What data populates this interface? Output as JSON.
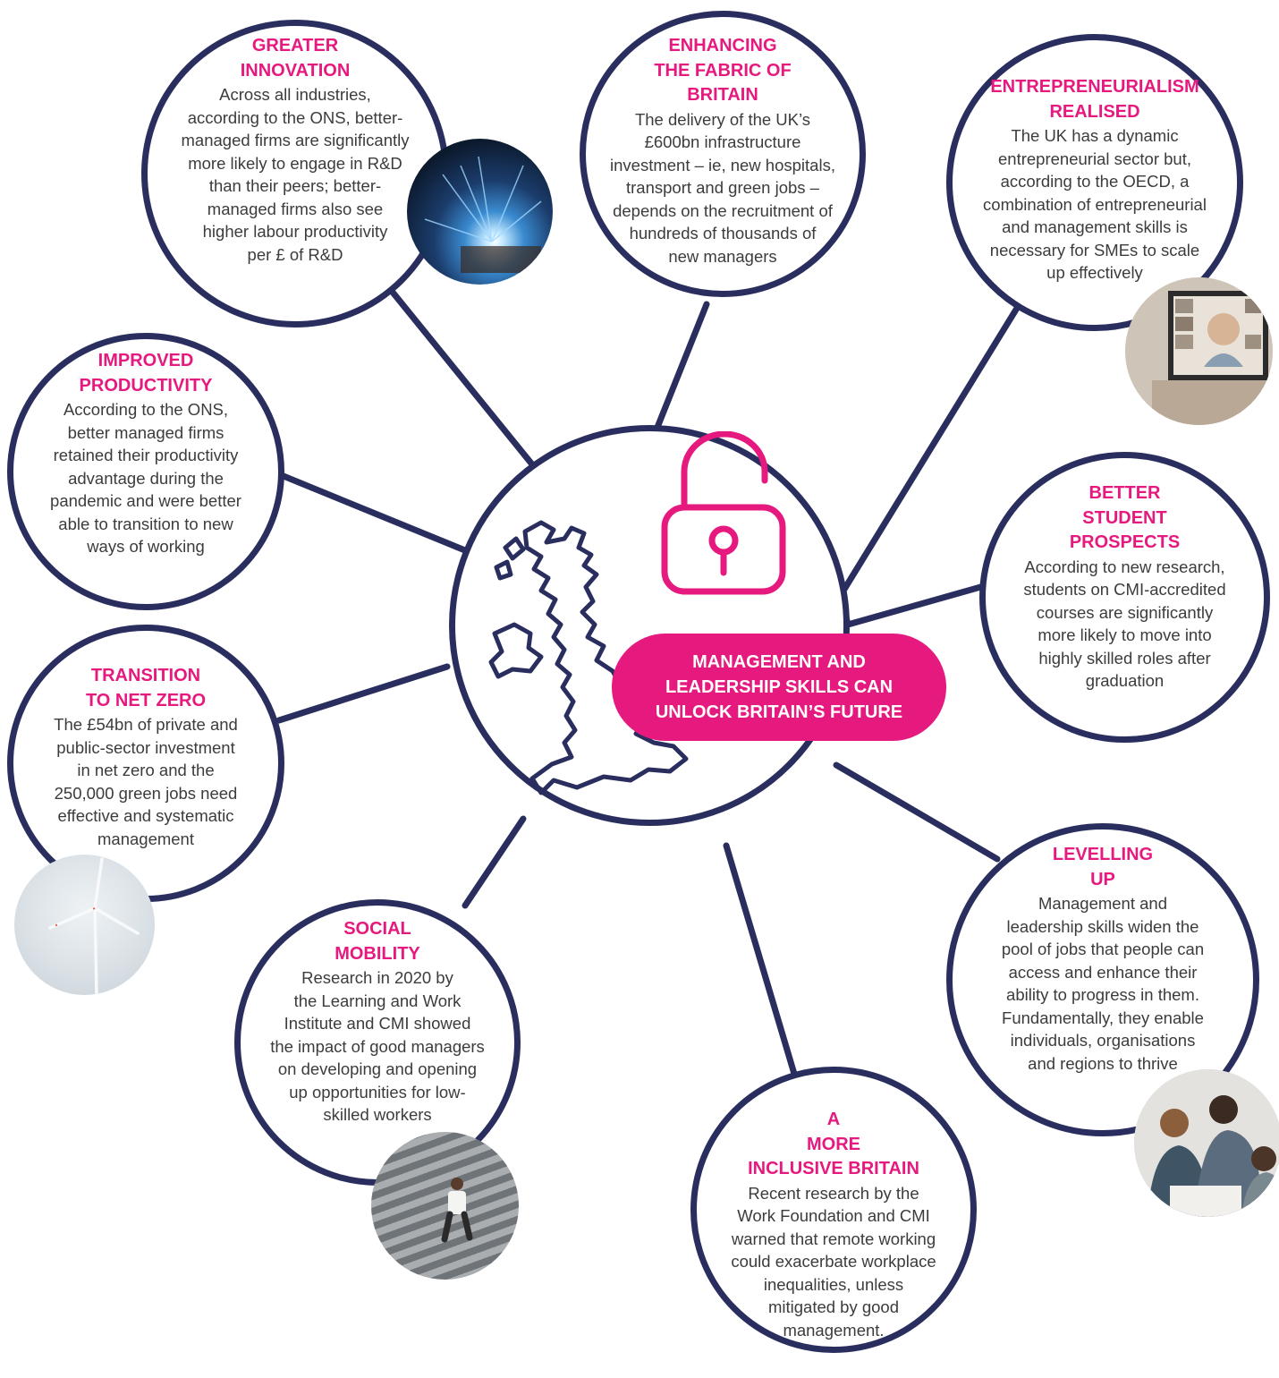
{
  "center": {
    "label": "MANAGEMENT AND LEADERSHIP SKILLS CAN UNLOCK BRITAIN’S FUTURE",
    "icons": [
      "padlock-open-icon",
      "uk-map-icon"
    ]
  },
  "nodes": {
    "greater_innovation": {
      "title": "GREATER\nINNOVATION",
      "body": "Across all industries,\naccording to the ONS, better-\nmanaged firms are significantly\nmore likely to engage in R&D\nthan their peers; better-\nmanaged firms also see\nhigher labour productivity\nper £ of R&D",
      "photo": "welding-sparks-photo"
    },
    "enhancing_fabric": {
      "title": "ENHANCING\nTHE FABRIC OF\nBRITAIN",
      "body": "The delivery of the UK’s\n£600bn infrastructure\ninvestment – ie, new hospitals,\ntransport and green jobs –\ndepends on the recruitment of\nhundreds of thousands of\nnew managers"
    },
    "entrepreneurialism": {
      "title": "ENTREPRENEURIALISM\nREALISED",
      "body": "The UK has a dynamic\nentrepreneurial sector but,\naccording to the OECD, a\ncombination of entrepreneurial\nand management skills is\nnecessary for SMEs to scale\nup effectively",
      "photo": "video-call-laptop-photo"
    },
    "improved_productivity": {
      "title": "IMPROVED\nPRODUCTIVITY",
      "body": "According to the ONS,\nbetter managed firms\nretained their productivity\nadvantage during the\npandemic and were better\nable to transition to new\nways of working"
    },
    "better_student": {
      "title": "BETTER\nSTUDENT\nPROSPECTS",
      "body": "According to new research,\nstudents on CMI-accredited\ncourses are significantly\nmore likely to move into\nhighly skilled roles after\ngraduation"
    },
    "net_zero": {
      "title": "TRANSITION\nTO NET ZERO",
      "body": "The £54bn of private and\npublic-sector investment\nin net zero and the\n250,000 green jobs need\neffective and systematic\nmanagement",
      "photo": "wind-turbine-photo"
    },
    "levelling_up": {
      "title": "LEVELLING\nUP",
      "body": "Management and\nleadership skills widen the\npool of jobs that people can\naccess and enhance their\nability to progress in them.\nFundamentally, they enable\nindividuals, organisations\nand regions to thrive",
      "photo": "team-meeting-photo"
    },
    "social_mobility": {
      "title": "SOCIAL\nMOBILITY",
      "body": "Research in 2020 by\nthe Learning and Work\nInstitute and CMI showed\nthe impact of good managers\non developing and opening\nup opportunities for low-\nskilled workers",
      "photo": "man-climbing-stairs-photo"
    },
    "inclusive_britain": {
      "title": "A\nMORE\nINCLUSIVE BRITAIN",
      "body": "Recent research by the\nWork Foundation and CMI\nwarned that remote working\ncould exacerbate workplace\ninequalities, unless\nmitigated by good\nmanagement."
    }
  },
  "colors": {
    "navy": "#2a2e5e",
    "magenta": "#e6197f",
    "text": "#3c3c3c"
  }
}
